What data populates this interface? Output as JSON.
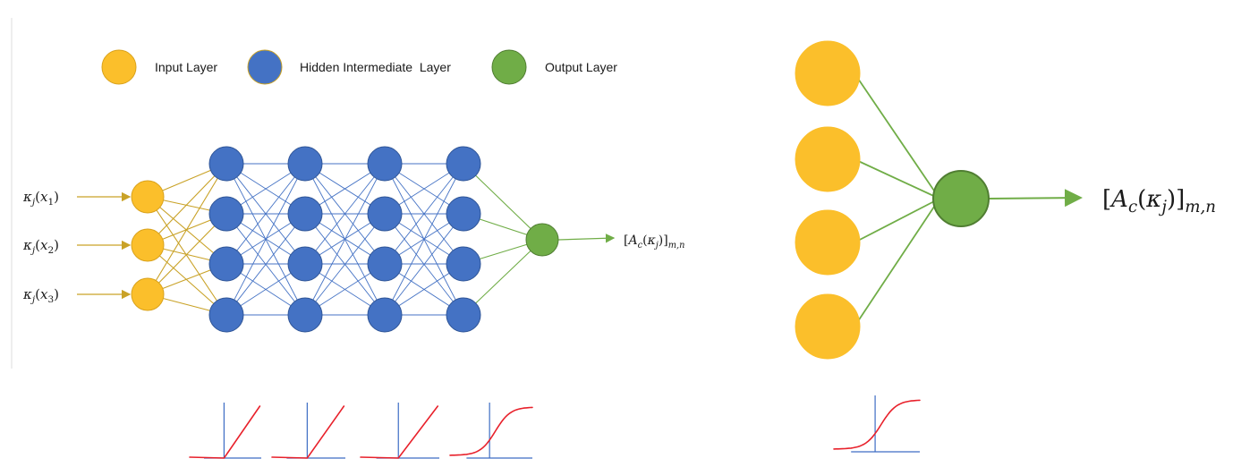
{
  "legend": [
    {
      "key": "input",
      "label": "Input Layer",
      "color": "#fbbf2b",
      "stroke": "#d9a21c"
    },
    {
      "key": "hidden",
      "label": "Hidden Intermediate  Layer",
      "color": "#4472c4",
      "stroke": "#2f5597"
    },
    {
      "key": "output",
      "label": "Output Layer",
      "color": "#70ad47",
      "stroke": "#507e32"
    }
  ],
  "colors": {
    "input_edge": "#c9a227",
    "hidden_edge": "#4472c4",
    "output_edge": "#70ad47",
    "activation_curve": "#e8212b",
    "activation_axes": "#3d6cc4"
  },
  "left_network": {
    "inputs": [
      {
        "name": "kappa",
        "sub": "j",
        "arg": "x",
        "argsub": "1"
      },
      {
        "name": "kappa",
        "sub": "j",
        "arg": "x",
        "argsub": "2"
      },
      {
        "name": "kappa",
        "sub": "j",
        "arg": "x",
        "argsub": "3"
      }
    ],
    "input_neurons": 3,
    "hidden_layers": 4,
    "neurons_per_hidden_layer": 4,
    "output_neurons": 1,
    "output_label": {
      "base": "A",
      "base_sub": "c",
      "arg": "κ",
      "arg_sub": "j",
      "outer_sub": "m,n"
    }
  },
  "right_network": {
    "input_neurons": 4,
    "output_neurons": 1,
    "output_label": {
      "base": "A",
      "base_sub": "c",
      "arg": "κ",
      "arg_sub": "j",
      "outer_sub": "m,n"
    }
  },
  "activations": {
    "left": [
      "relu",
      "relu",
      "relu",
      "sigmoid"
    ],
    "right": [
      "sigmoid"
    ]
  }
}
